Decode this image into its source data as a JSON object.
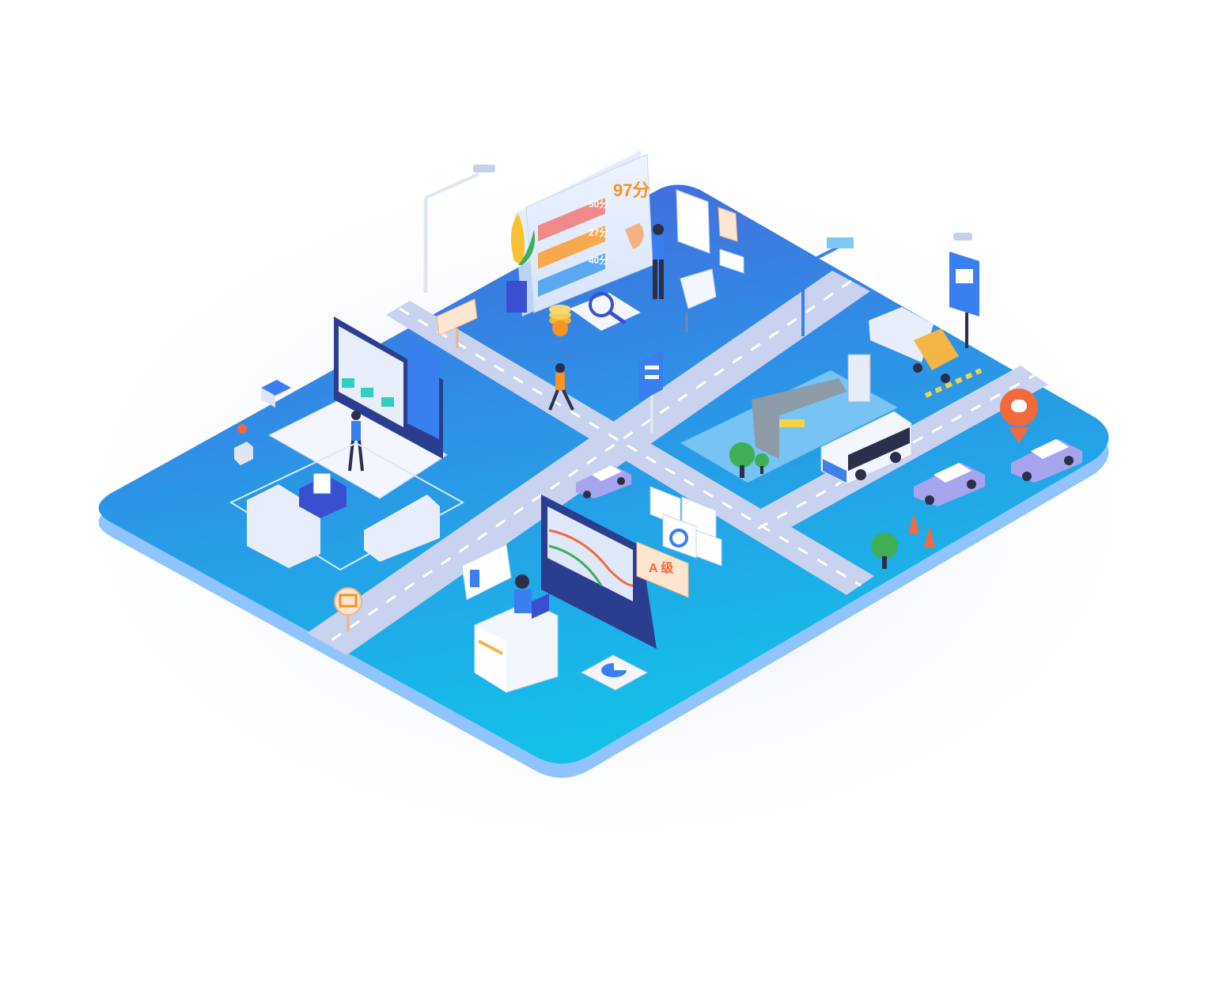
{
  "panel": {
    "score_total": "97分",
    "score_rows": [
      "50分",
      "27分",
      "40分"
    ]
  },
  "grade": {
    "label": "A 级"
  },
  "colors": {
    "platform_top": "#3b8ee8",
    "platform_side": "#8fc4ff",
    "road": "#c9d2ef",
    "road_line": "#ffffff",
    "accent_orange": "#f7931e",
    "score_red": "#f08a8a",
    "score_orange": "#f7a84c",
    "score_blue": "#5aa9f0",
    "tree_green": "#3fae55",
    "car_purple": "#a7a4ee",
    "bus_blue": "#3f7fe8",
    "truck_orange": "#f3b545"
  },
  "icons": [
    "camera-icon",
    "map-pin-icon",
    "magnifier-icon",
    "alarm-icon",
    "gate-icon",
    "truck-sign-icon",
    "pie-chart-icon"
  ]
}
